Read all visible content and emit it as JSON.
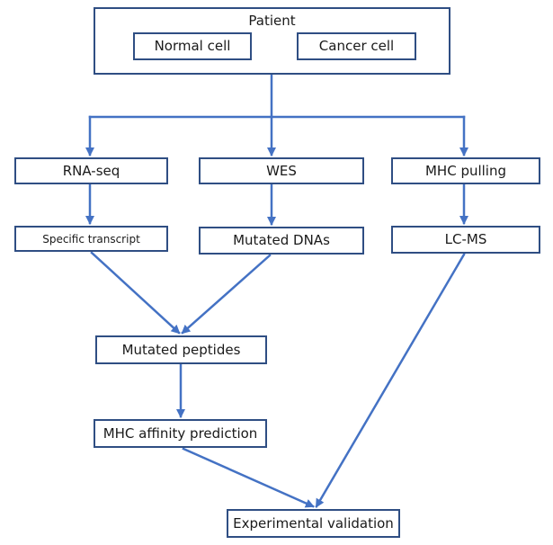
{
  "diagram": {
    "colors": {
      "box_border": "#2F4E83",
      "arrow": "#4472C4",
      "text": "#1a1a1a",
      "background": "#ffffff"
    },
    "patient": {
      "title": "Patient",
      "normal_cell": "Normal cell",
      "cancer_cell": "Cancer cell"
    },
    "steps": {
      "rna_seq": "RNA-seq",
      "wes": "WES",
      "mhc_pulling": "MHC pulling",
      "specific_transcript": "Specific transcript",
      "mutated_dnas": "Mutated DNAs",
      "lc_ms": "LC-MS",
      "mutated_peptides": "Mutated peptides",
      "mhc_affinity_prediction": "MHC affinity prediction",
      "experimental_validation": "Experimental validation"
    }
  }
}
